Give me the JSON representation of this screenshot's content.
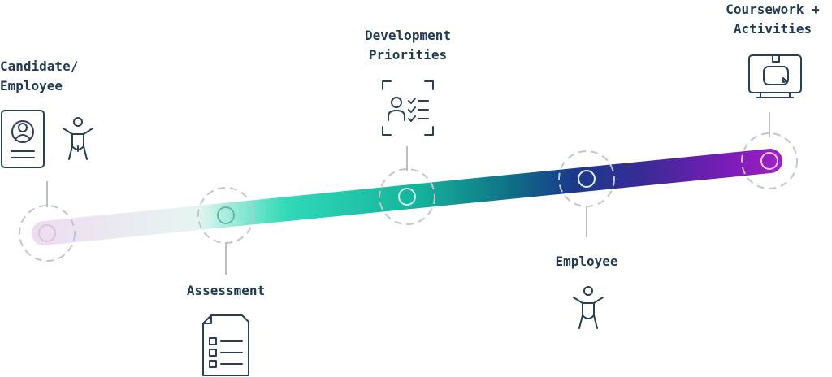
{
  "colors": {
    "text": "#1f3a52",
    "icon_stroke": "#2a3f55",
    "connector": "#b8bec4",
    "ring": "#c2c7cc",
    "node_stroke": "#e8eef2",
    "gradient": [
      "#eedcf0",
      "#e6f5f1",
      "#2fd9b8",
      "#15b29b",
      "#0f6f86",
      "#183c8a",
      "#3b2a96",
      "#7a1cb8",
      "#a020c4"
    ]
  },
  "stages": [
    {
      "id": "candidate",
      "label": "Candidate/\nEmployee",
      "icons": [
        "id-badge-icon",
        "person-icon"
      ]
    },
    {
      "id": "assessment",
      "label": "Assessment",
      "icons": [
        "checklist-document-icon"
      ]
    },
    {
      "id": "development",
      "label": "Development\nPriorities",
      "icons": [
        "person-checklist-icon"
      ]
    },
    {
      "id": "employee",
      "label": "Employee",
      "icons": [
        "person-icon"
      ]
    },
    {
      "id": "coursework",
      "label": "Coursework +\nActivities",
      "icons": [
        "monitor-icon"
      ]
    }
  ]
}
